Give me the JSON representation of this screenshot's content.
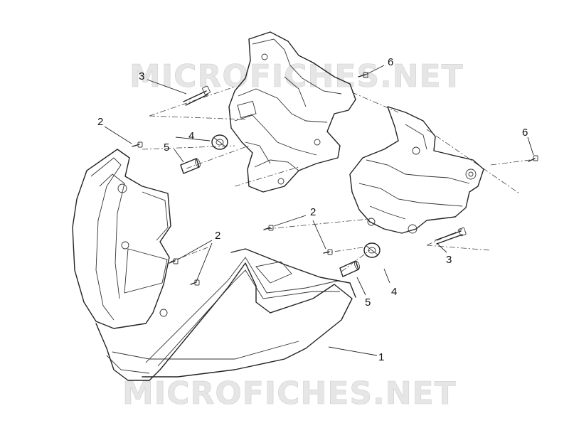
{
  "watermark": {
    "top": "MICROFICHES.NET",
    "bottom": "MICROFICHES.NET"
  },
  "callouts": {
    "c1": "1",
    "c2a": "2",
    "c2b": "2",
    "c2c": "2",
    "c3a": "3",
    "c3b": "3",
    "c4a": "4",
    "c4b": "4",
    "c5a": "5",
    "c5b": "5",
    "c6a": "6",
    "c6b": "6"
  }
}
